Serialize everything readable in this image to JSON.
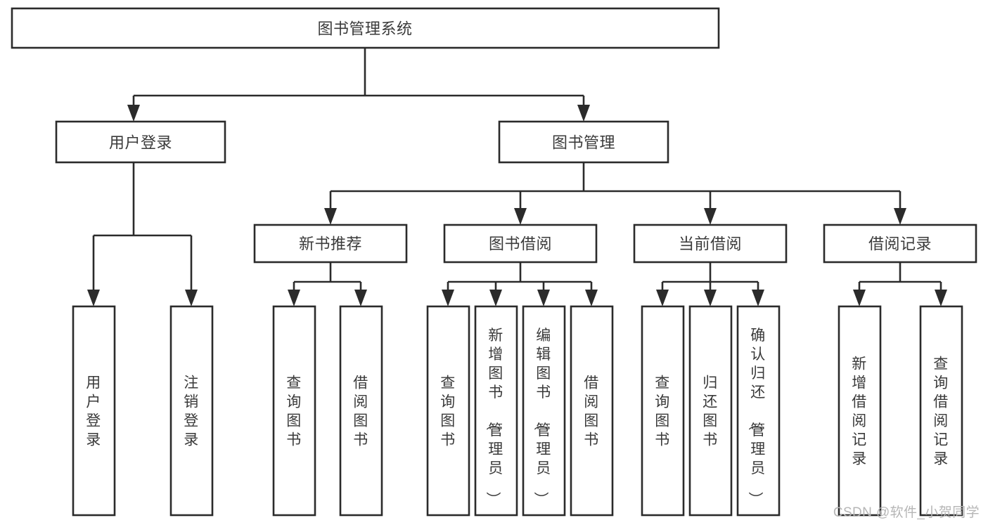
{
  "diagram": {
    "type": "hierarchy-tree",
    "title": "图书管理系统",
    "watermark": "CSDN @软件_小贺同学",
    "colors": {
      "stroke": "#2b2b2b",
      "box_fill": "#ffffff",
      "text": "#3a3a3a",
      "background": "#ffffff",
      "watermark": "#b6b6b6"
    },
    "levels": [
      {
        "level": 1,
        "nodes": [
          {
            "id": "root",
            "label": "图书管理系统",
            "orientation": "horizontal"
          }
        ]
      },
      {
        "level": 2,
        "nodes": [
          {
            "id": "user-login",
            "label": "用户登录",
            "orientation": "horizontal",
            "parent": "root"
          },
          {
            "id": "book-admin",
            "label": "图书管理",
            "orientation": "horizontal",
            "parent": "root"
          }
        ]
      },
      {
        "level": 3,
        "nodes": [
          {
            "id": "new-book-rec",
            "label": "新书推荐",
            "orientation": "horizontal",
            "parent": "book-admin"
          },
          {
            "id": "book-borrow",
            "label": "图书借阅",
            "orientation": "horizontal",
            "parent": "book-admin"
          },
          {
            "id": "current-borrow",
            "label": "当前借阅",
            "orientation": "horizontal",
            "parent": "book-admin"
          },
          {
            "id": "borrow-record",
            "label": "借阅记录",
            "orientation": "horizontal",
            "parent": "book-admin"
          }
        ]
      },
      {
        "level": 4,
        "nodes": [
          {
            "id": "leaf-user-login",
            "label": "用户登录",
            "orientation": "vertical",
            "parent": "user-login"
          },
          {
            "id": "leaf-logout-login",
            "label": "注销登录",
            "orientation": "vertical",
            "parent": "user-login"
          },
          {
            "id": "leaf-query-book-1",
            "label": "查询图书",
            "orientation": "vertical",
            "parent": "new-book-rec"
          },
          {
            "id": "leaf-borrow-book-1",
            "label": "借阅图书",
            "orientation": "vertical",
            "parent": "new-book-rec"
          },
          {
            "id": "leaf-query-book-2",
            "label": "查询图书",
            "orientation": "vertical",
            "parent": "book-borrow"
          },
          {
            "id": "leaf-add-book",
            "label": "新增图书（管理员）",
            "orientation": "vertical",
            "parent": "book-borrow"
          },
          {
            "id": "leaf-edit-book",
            "label": "编辑图书（管理员）",
            "orientation": "vertical",
            "parent": "book-borrow"
          },
          {
            "id": "leaf-borrow-book-2",
            "label": "借阅图书",
            "orientation": "vertical",
            "parent": "book-borrow"
          },
          {
            "id": "leaf-query-book-3",
            "label": "查询图书",
            "orientation": "vertical",
            "parent": "current-borrow"
          },
          {
            "id": "leaf-return-book",
            "label": "归还图书",
            "orientation": "vertical",
            "parent": "current-borrow"
          },
          {
            "id": "leaf-confirm-return",
            "label": "确认归还（管理员）",
            "orientation": "vertical",
            "parent": "current-borrow"
          },
          {
            "id": "leaf-add-record",
            "label": "新增借阅记录",
            "orientation": "vertical",
            "parent": "borrow-record"
          },
          {
            "id": "leaf-query-record",
            "label": "查询借阅记录",
            "orientation": "vertical",
            "parent": "borrow-record"
          }
        ]
      }
    ]
  }
}
